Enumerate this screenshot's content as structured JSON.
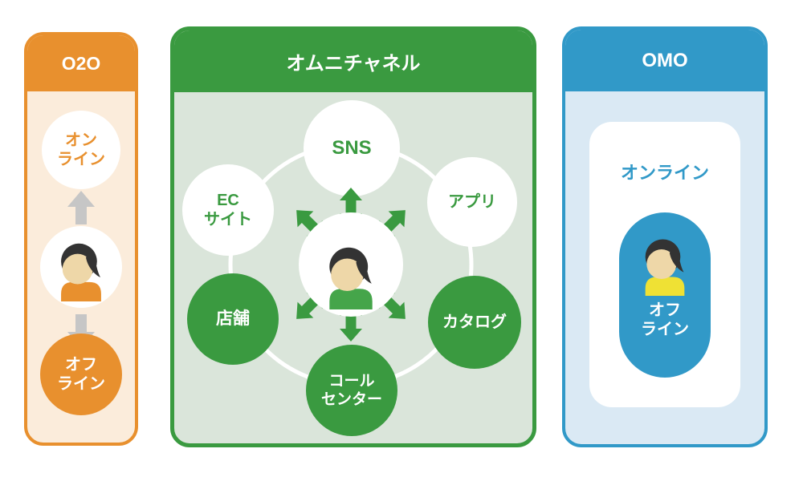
{
  "colors": {
    "orange": "#E8902E",
    "orange_light": "#FBECDB",
    "green": "#3A9A40",
    "green_light": "#DAE5DA",
    "green_shirt": "#45A54A",
    "blue": "#3199C8",
    "blue_light": "#DAE9F4",
    "arrow_gray": "#C6C6C6",
    "hair": "#333333",
    "skin": "#EED7A8",
    "shirt_yellow": "#EFE134"
  },
  "panels": {
    "o2o": {
      "title": "O2O",
      "online_label": "オン\nライン",
      "offline_label": "オフ\nライン"
    },
    "omni": {
      "title": "オムニチャネル",
      "channels": [
        {
          "label": "SNS",
          "variant": "white"
        },
        {
          "label": "EC\nサイト",
          "variant": "white"
        },
        {
          "label": "アプリ",
          "variant": "white"
        },
        {
          "label": "店舗",
          "variant": "green"
        },
        {
          "label": "カタログ",
          "variant": "green"
        },
        {
          "label": "コール\nセンター",
          "variant": "green"
        }
      ]
    },
    "omo": {
      "title": "OMO",
      "online_label": "オンライン",
      "offline_label": "オフ\nライン"
    }
  }
}
